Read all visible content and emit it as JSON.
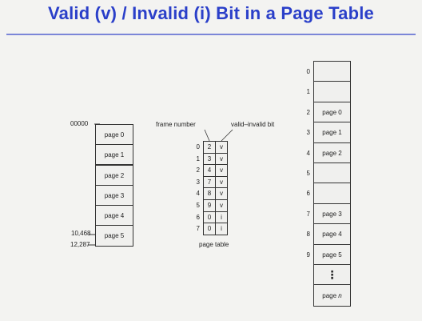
{
  "title": "Valid (v) / Invalid (i) Bit in a Page Table",
  "logical_memory": {
    "start_address": "00000",
    "address_10468": "10,468",
    "address_12287": "12,287",
    "pages": [
      "page 0",
      "page 1",
      "page 2",
      "page 3",
      "page 4",
      "page 5"
    ]
  },
  "page_table": {
    "label": "page table",
    "frame_number_label": "frame number",
    "valid_invalid_label": "valid–invalid bit",
    "rows": [
      {
        "index": "0",
        "frame": "2",
        "bit": "v"
      },
      {
        "index": "1",
        "frame": "3",
        "bit": "v"
      },
      {
        "index": "2",
        "frame": "4",
        "bit": "v"
      },
      {
        "index": "3",
        "frame": "7",
        "bit": "v"
      },
      {
        "index": "4",
        "frame": "8",
        "bit": "v"
      },
      {
        "index": "5",
        "frame": "9",
        "bit": "v"
      },
      {
        "index": "6",
        "frame": "0",
        "bit": "i"
      },
      {
        "index": "7",
        "frame": "0",
        "bit": "i"
      }
    ]
  },
  "physical_memory": {
    "frames": [
      {
        "index": "0",
        "content": ""
      },
      {
        "index": "1",
        "content": ""
      },
      {
        "index": "2",
        "content": "page 0"
      },
      {
        "index": "3",
        "content": "page 1"
      },
      {
        "index": "4",
        "content": "page 2"
      },
      {
        "index": "5",
        "content": ""
      },
      {
        "index": "6",
        "content": ""
      },
      {
        "index": "7",
        "content": "page 3"
      },
      {
        "index": "8",
        "content": "page 4"
      },
      {
        "index": "9",
        "content": "page 5"
      }
    ],
    "ellipsis": "⋮",
    "last_page_prefix": "page ",
    "last_page_var": "n"
  }
}
